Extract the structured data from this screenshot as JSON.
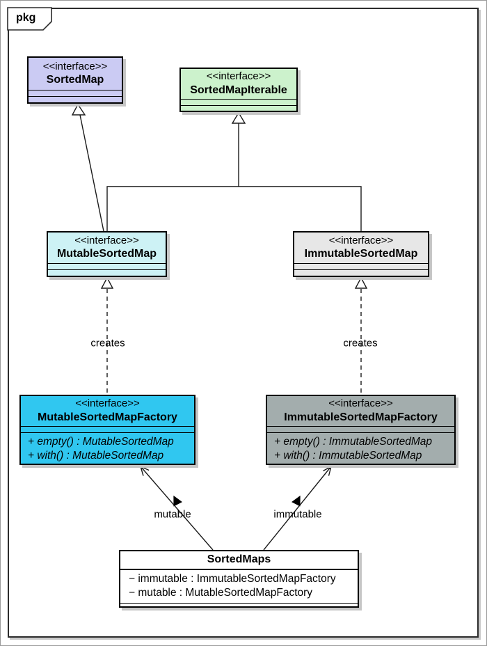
{
  "frame": {
    "tab_label": "pkg"
  },
  "colors": {
    "sorted_map_fill": "#cbcbf3",
    "sorted_map_iterable_fill": "#ccf2cc",
    "mutable_sorted_map_fill": "#cdf2f5",
    "immutable_sorted_map_fill": "#e7e7e7",
    "mutable_factory_fill": "#30c7f0",
    "immutable_factory_fill": "#a3adad",
    "sorted_maps_fill": "#ffffff",
    "border": "#000000",
    "shadow": "#c6c6c6"
  },
  "nodes": {
    "sorted_map": {
      "stereotype": "<<interface>>",
      "name": "SortedMap"
    },
    "sorted_map_iterable": {
      "stereotype": "<<interface>>",
      "name": "SortedMapIterable"
    },
    "mutable_sorted_map": {
      "stereotype": "<<interface>>",
      "name": "MutableSortedMap"
    },
    "immutable_sorted_map": {
      "stereotype": "<<interface>>",
      "name": "ImmutableSortedMap"
    },
    "mutable_factory": {
      "stereotype": "<<interface>>",
      "name": "MutableSortedMapFactory",
      "operations": [
        "+ empty() : MutableSortedMap",
        "+ with() : MutableSortedMap"
      ]
    },
    "immutable_factory": {
      "stereotype": "<<interface>>",
      "name": "ImmutableSortedMapFactory",
      "operations": [
        "+ empty() : ImmutableSortedMap",
        "+ with() : ImmutableSortedMap"
      ]
    },
    "sorted_maps": {
      "name": "SortedMaps",
      "attributes": [
        "− immutable : ImmutableSortedMapFactory",
        "− mutable : MutableSortedMapFactory"
      ]
    }
  },
  "edges": {
    "creates_left_label": "creates",
    "creates_right_label": "creates",
    "mutable_label": "mutable",
    "immutable_label": "immutable"
  }
}
